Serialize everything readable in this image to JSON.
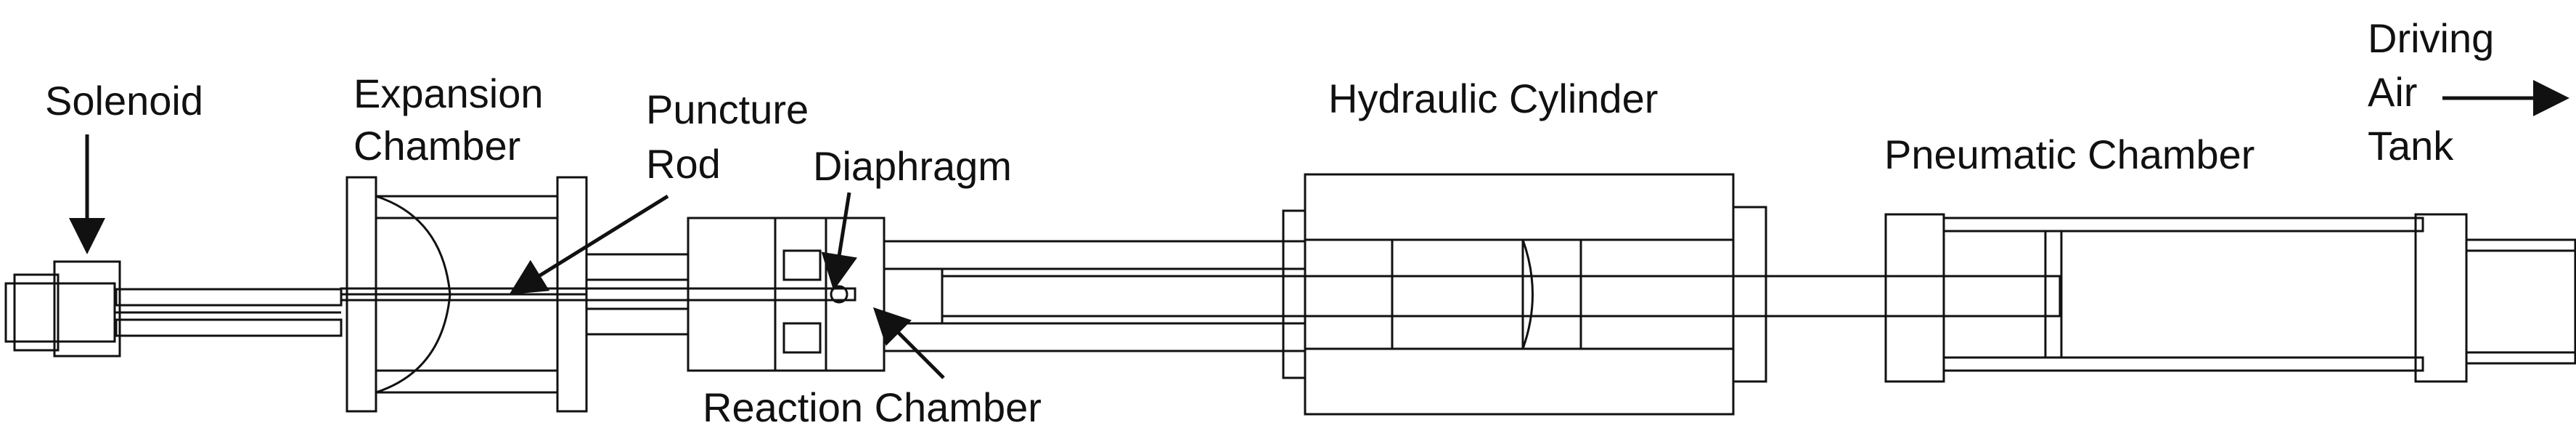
{
  "labels": {
    "solenoid": "Solenoid",
    "expansion_chamber_line1": "Expansion",
    "expansion_chamber_line2": "Chamber",
    "puncture_rod_line1": "Puncture",
    "puncture_rod_line2": "Rod",
    "diaphragm": "Diaphragm",
    "reaction_chamber": "Reaction Chamber",
    "hydraulic_cylinder": "Hydraulic Cylinder",
    "pneumatic_chamber": "Pneumatic Chamber",
    "driving_air_tank_line1": "Driving",
    "driving_air_tank_line2": "Air",
    "driving_air_tank_line3": "Tank"
  },
  "colors": {
    "ink": "#111111",
    "background": "#ffffff"
  }
}
